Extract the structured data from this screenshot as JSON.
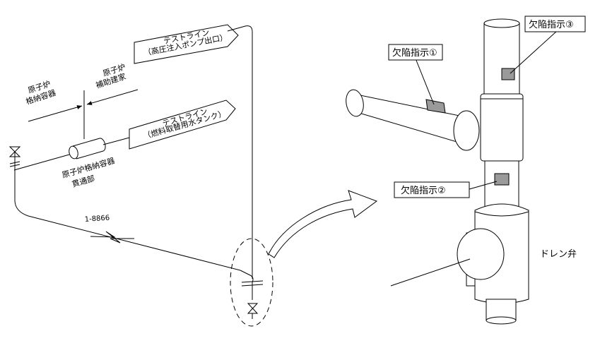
{
  "labels": {
    "test_line_top_1": "テストライン",
    "test_line_top_2": "（高圧注入ポンプ出口）",
    "test_line_mid_1": "テストライン",
    "test_line_mid_2": "（燃料取替用水タンク）",
    "containment_1": "原子炉",
    "containment_2": "格納容器",
    "aux_building_1": "原子炉",
    "aux_building_2": "補助建家",
    "penetration_1": "原子炉格納容器",
    "penetration_2": "貫通部",
    "pipe_id": "1-8866",
    "defect_1": "欠陥指示①",
    "defect_2": "欠陥指示②",
    "defect_3": "欠陥指示③",
    "drain_valve": "ドレン弁"
  }
}
